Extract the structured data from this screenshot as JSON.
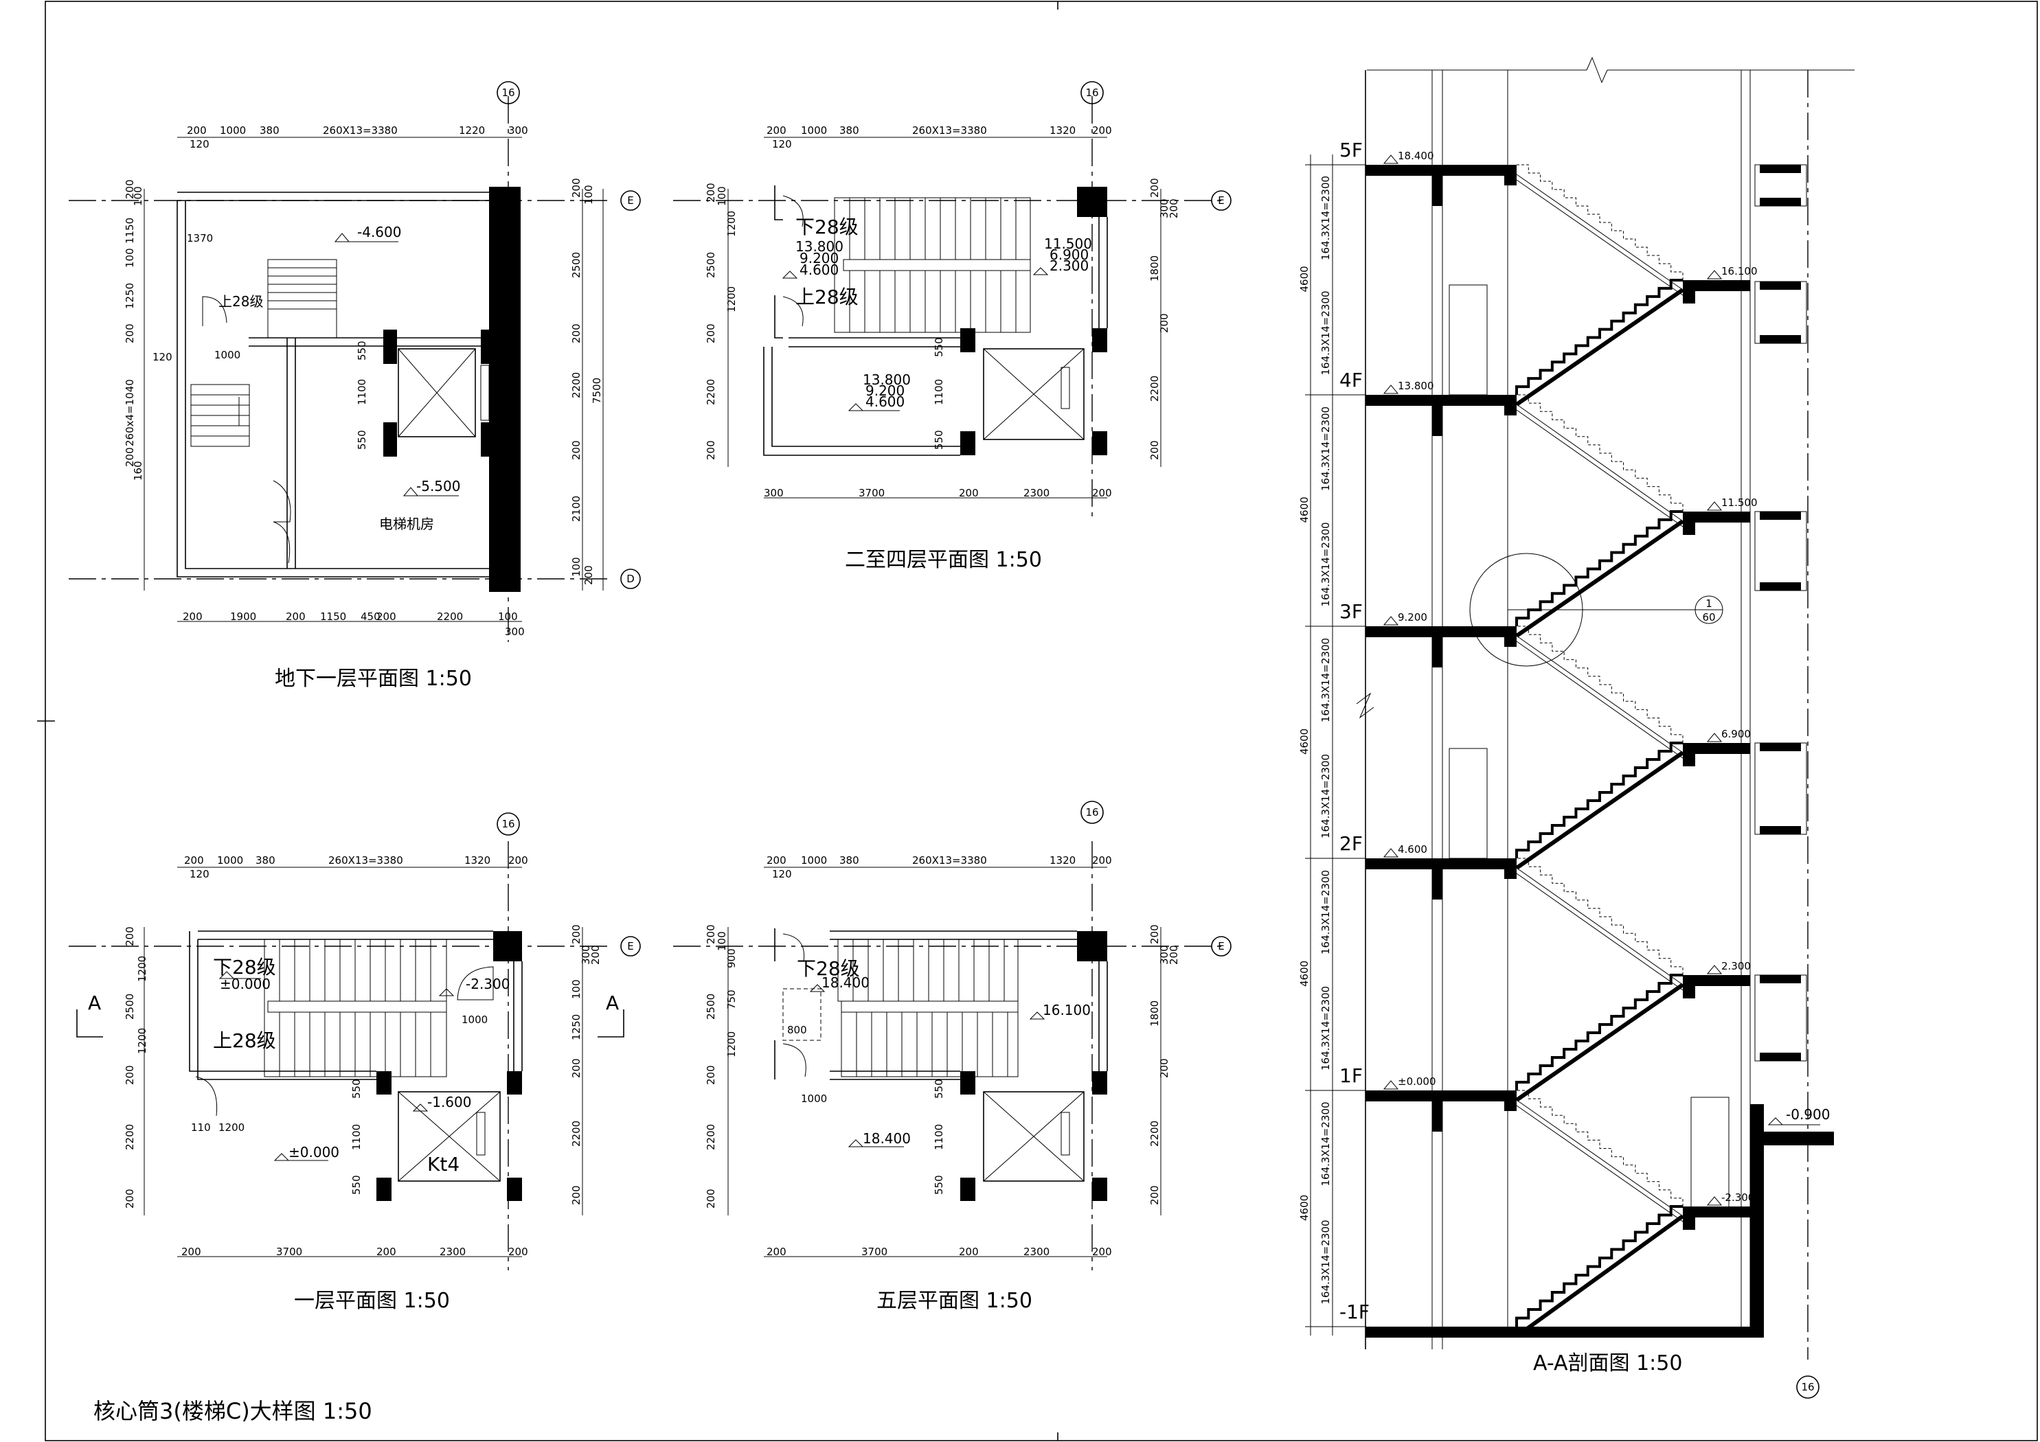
{
  "sheet_title": "核心筒3(楼梯C)大样图 1:50",
  "grid_axes": {
    "col": "16",
    "row_e": "E",
    "row_d": "D"
  },
  "section_mark": "A",
  "plans": {
    "basement": {
      "title": "地下一层平面图  1:50",
      "top_dims": [
        "200",
        "1000",
        "380",
        "260X13=3380",
        "1220",
        "300"
      ],
      "top_sub": "120",
      "bottom_dims": [
        "200",
        "1900",
        "200",
        "1150",
        "450",
        "200",
        "2200",
        "100"
      ],
      "bottom_sub": "300",
      "left_dims": [
        "200",
        "100",
        "1150",
        "100",
        "1250",
        "200",
        "120",
        "260x4=1040",
        "160",
        "200"
      ],
      "right_dims": [
        "200",
        "100",
        "2500",
        "200",
        "2200",
        "200",
        "2100",
        "100",
        "200"
      ],
      "overall": "7500",
      "inner_dims": [
        "1370",
        "1000",
        "550",
        "1100",
        "550"
      ],
      "levels": [
        "-4.600",
        "-5.500"
      ],
      "stair_label": "上28级",
      "room": "电梯机房"
    },
    "typical": {
      "title": "二至四层平面图  1:50",
      "top_dims": [
        "200",
        "1000",
        "380",
        "260X13=3380",
        "1320",
        "200"
      ],
      "top_sub": "120",
      "bottom_dims": [
        "300",
        "3700",
        "200",
        "2300",
        "200"
      ],
      "left_dims": [
        "200",
        "100",
        "1200",
        "2500",
        "1200",
        "200",
        "2200",
        "200"
      ],
      "right_dims": [
        "200",
        "300",
        "200",
        "1800",
        "200",
        "2200",
        "200"
      ],
      "inner_dims": [
        "550",
        "1100",
        "550"
      ],
      "levels_up": [
        "13.800",
        "9.200",
        "4.600"
      ],
      "levels_landing": [
        "11.500",
        "6.900",
        "2.300"
      ],
      "levels_floor": [
        "13.800",
        "9.200",
        "4.600"
      ],
      "stair_down": "下28级",
      "stair_up": "上28级"
    },
    "ground": {
      "title": "一层平面图  1:50",
      "top_dims": [
        "200",
        "1000",
        "380",
        "260X13=3380",
        "1320",
        "200"
      ],
      "top_sub": "120",
      "bottom_dims": [
        "200",
        "3700",
        "200",
        "2300",
        "200"
      ],
      "left_dims": [
        "200",
        "1200",
        "2500",
        "1200",
        "200",
        "2200",
        "200"
      ],
      "right_dims": [
        "200",
        "300",
        "200",
        "100",
        "1250",
        "200",
        "2200",
        "200"
      ],
      "inner_dims": [
        "1000",
        "550",
        "1100",
        "550",
        "1200",
        "1000"
      ],
      "inner_sub": "110",
      "levels": [
        "-2.300",
        "±0.000",
        "-1.600"
      ],
      "stair_down": "下28级",
      "stair_up": "上28级",
      "elevator": "Kt4"
    },
    "fifth": {
      "title": "五层平面图  1:50",
      "top_dims": [
        "200",
        "1000",
        "380",
        "260X13=3380",
        "1320",
        "200"
      ],
      "top_sub": "120",
      "bottom_dims": [
        "200",
        "3700",
        "200",
        "2300",
        "200"
      ],
      "left_dims": [
        "200",
        "100",
        "900",
        "2500",
        "750",
        "1200",
        "200",
        "2200",
        "200"
      ],
      "right_dims": [
        "200",
        "300",
        "200",
        "1800",
        "200",
        "2200",
        "200"
      ],
      "inner_dims": [
        "800",
        "1000",
        "550",
        "1100",
        "550"
      ],
      "levels": [
        "18.400",
        "16.100",
        "18.400"
      ],
      "stair_down": "下28级"
    }
  },
  "section": {
    "title": "A-A剖面图  1:50",
    "floors": [
      "5F",
      "4F",
      "3F",
      "2F",
      "1F",
      "-1F"
    ],
    "floor_levels": [
      "18.400",
      "13.800",
      "9.200",
      "4.600",
      "±0.000"
    ],
    "landing_levels": [
      "16.100",
      "11.500",
      "6.900",
      "2.300",
      "-2.300"
    ],
    "outside_level": "-0.900",
    "flight_dim": "164.3X14=2300",
    "storey_dim": "4600",
    "detail_ref": "60",
    "detail_num": "1"
  }
}
